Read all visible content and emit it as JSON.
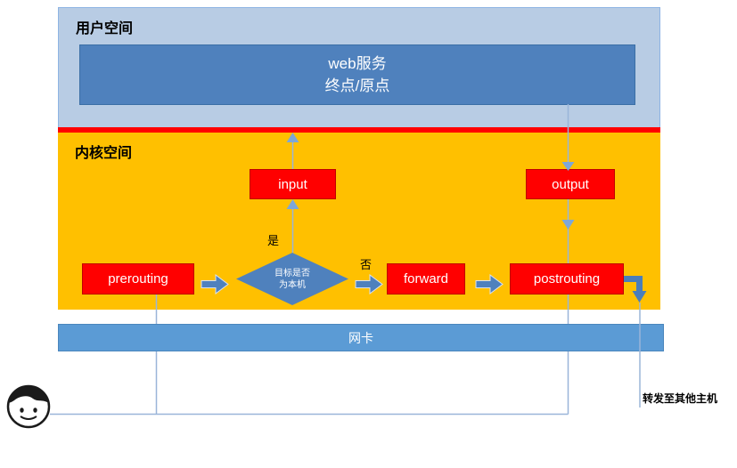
{
  "user_space": {
    "label": "用户空间"
  },
  "web_service": {
    "line1": "web服务",
    "line2": "终点/原点"
  },
  "kernel_space": {
    "label": "内核空间"
  },
  "chain_nodes": {
    "input": {
      "label": "input"
    },
    "output": {
      "label": "output"
    },
    "prerouting": {
      "label": "prerouting"
    },
    "forward": {
      "label": "forward"
    },
    "postrouting": {
      "label": "postrouting"
    }
  },
  "decision": {
    "line1": "目标是否",
    "line2": "为本机",
    "yes_label": "是",
    "no_label": "否"
  },
  "nic": {
    "label": "网卡"
  },
  "notes": {
    "forward_other_hosts": "转发至其他主机"
  },
  "icons": {
    "client_face": "client-face-icon"
  },
  "colors": {
    "user_space_bg": "#b8cce4",
    "web_box": "#4f81bd",
    "kernel_bg": "#ffc000",
    "node_bg": "#ff0000",
    "divider": "#ff0000",
    "connector_line": "#9ab5d9",
    "arrowhead": "#7da7d8",
    "block_arrow": "#4f81bd",
    "bent_arrow": "#4a7ebb",
    "nic_bar": "#5b9bd5",
    "text_light": "#ffffff",
    "text_dark": "#000000"
  }
}
